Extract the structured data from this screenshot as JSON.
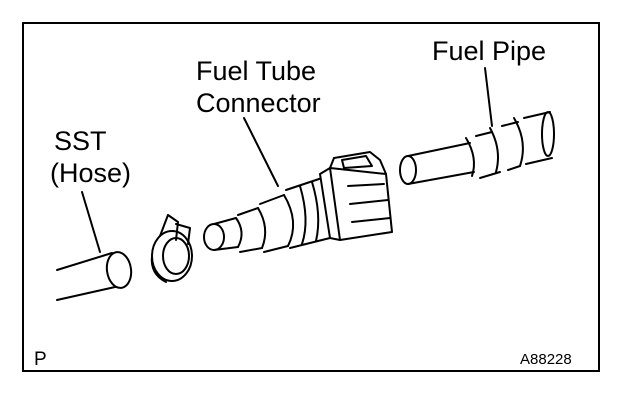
{
  "labels": {
    "sst_line1": "SST",
    "sst_line2": "(Hose)",
    "connector_line1": "Fuel Tube",
    "connector_line2": "Connector",
    "fuel_pipe": "Fuel Pipe",
    "corner_code": "P",
    "figure_id": "A88228"
  },
  "colors": {
    "ink": "#000000",
    "paper": "#ffffff",
    "shade": "#c8c8c8"
  }
}
